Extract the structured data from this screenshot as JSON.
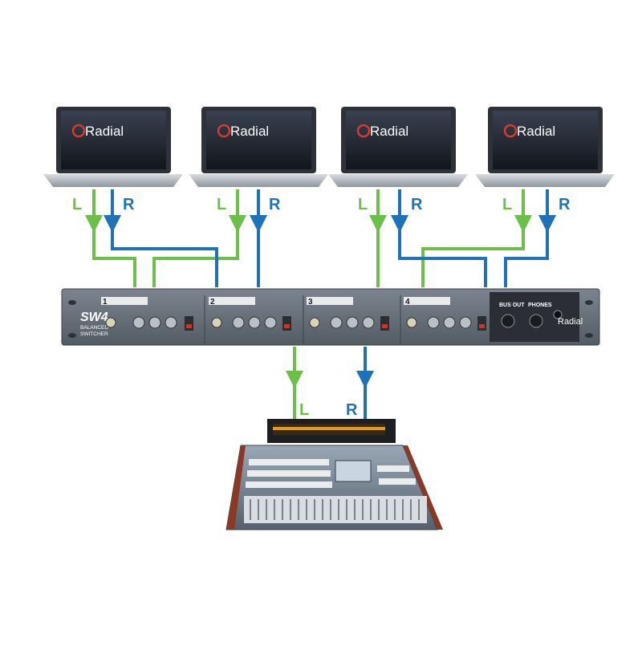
{
  "laptops": [
    {
      "brand": "Radial"
    },
    {
      "brand": "Radial"
    },
    {
      "brand": "Radial"
    },
    {
      "brand": "Radial"
    }
  ],
  "channel_labels": {
    "left": "L",
    "right": "R"
  },
  "switcher": {
    "model": "SW4",
    "subtitle_line1": "BALANCED",
    "subtitle_line2": "SWITCHER",
    "channels": [
      "1",
      "2",
      "3",
      "4"
    ],
    "bus_out_label": "BUS OUT",
    "phones_label": "PHONES",
    "brand": "Radial"
  },
  "colors": {
    "left_signal": "#6cc04a",
    "right_signal": "#1f72b8",
    "panel": "#5d6670",
    "panel_dark": "#2b2f35"
  }
}
